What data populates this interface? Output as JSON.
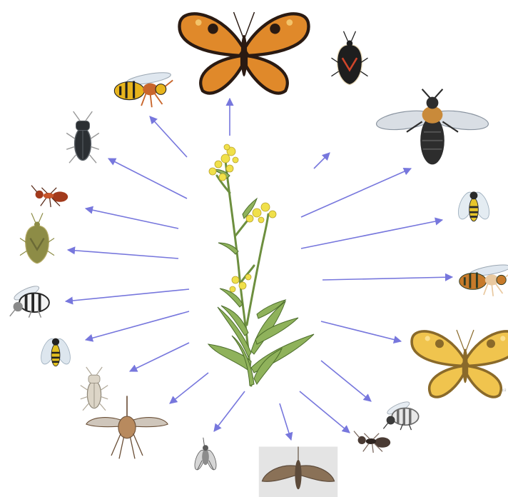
{
  "center": {
    "name": "flowering-plant"
  },
  "arrow_color": "#7777dd",
  "visitors": [
    {
      "name": "tortoiseshell-butterfly",
      "kind": "butterfly",
      "palette": [
        "#e0892a",
        "#2a1a12",
        "#f3c36a"
      ]
    },
    {
      "name": "red-black-shield-bug",
      "kind": "bug",
      "palette": [
        "#1e1e1e",
        "#d0452a",
        "#e6d7b5"
      ]
    },
    {
      "name": "wasp",
      "kind": "wasp",
      "palette": [
        "#e7b41d",
        "#1f1f1f",
        "#c9662c"
      ]
    },
    {
      "name": "black-beetle",
      "kind": "beetle",
      "palette": [
        "#2b2f33",
        "#5c6268",
        "#999999"
      ]
    },
    {
      "name": "red-ant",
      "kind": "ant",
      "palette": [
        "#a23a1c",
        "#c8552a",
        "#5a2b1a"
      ]
    },
    {
      "name": "green-stink-bug",
      "kind": "bug",
      "palette": [
        "#8d8c46",
        "#6b6a36",
        "#b8ae6a"
      ]
    },
    {
      "name": "striped-bee",
      "kind": "stripedbee",
      "palette": [
        "#262626",
        "#f2f2f2",
        "#8a8a8a"
      ]
    },
    {
      "name": "hoverfly-left",
      "kind": "hoverfly",
      "palette": [
        "#e2c020",
        "#222222",
        "#dde6ee"
      ]
    },
    {
      "name": "pale-bug",
      "kind": "beetle",
      "palette": [
        "#dcd5c7",
        "#8e8778",
        "#b0a898"
      ]
    },
    {
      "name": "bee-fly",
      "kind": "beefly",
      "palette": [
        "#b88a5e",
        "#6b5038",
        "#cfc6bb"
      ]
    },
    {
      "name": "small-fly",
      "kind": "fly",
      "palette": [
        "#8c8c8c",
        "#d6d6d6",
        "#5a5a5a"
      ]
    },
    {
      "name": "hawk-moth",
      "kind": "moth",
      "palette": [
        "#8a7157",
        "#5c4a3a",
        "#e4e4e4"
      ]
    },
    {
      "name": "small-ant",
      "kind": "ant",
      "palette": [
        "#4a3b34",
        "#2e2420",
        "#7a685e"
      ]
    },
    {
      "name": "grey-bee",
      "kind": "stripedbee",
      "palette": [
        "#6b6b6b",
        "#e8e8e8",
        "#3a3a3a"
      ]
    },
    {
      "name": "yellow-butterfly",
      "kind": "butterfly",
      "palette": [
        "#f0c44e",
        "#8a6a2a",
        "#fbe08e"
      ]
    },
    {
      "name": "cuckoo-wasp",
      "kind": "wasp",
      "palette": [
        "#c77a2a",
        "#2d3c24",
        "#e9c9a0"
      ]
    },
    {
      "name": "hoverfly-right",
      "kind": "hoverfly",
      "palette": [
        "#e7c52a",
        "#2a2a2a",
        "#e4ecf2"
      ]
    },
    {
      "name": "bumble-bee",
      "kind": "bee",
      "palette": [
        "#2d2d2d",
        "#c98a3a",
        "#cfd6dd"
      ]
    }
  ],
  "watermark": "©2"
}
